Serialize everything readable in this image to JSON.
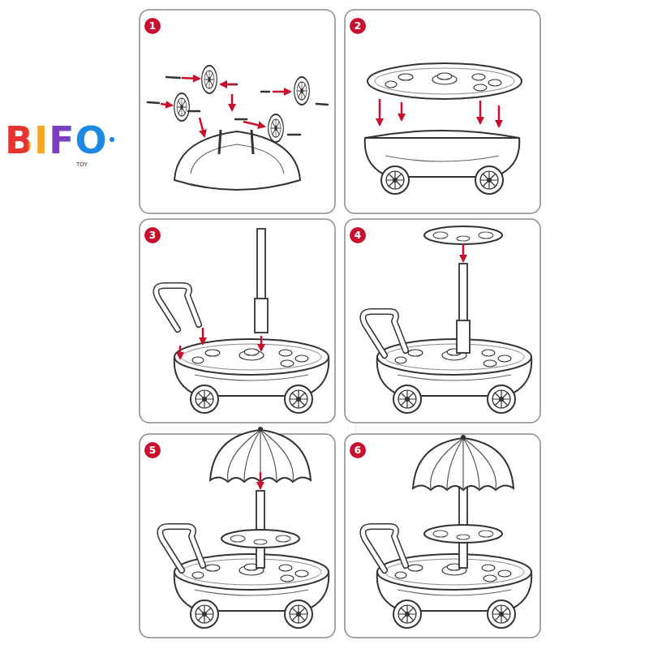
{
  "diagram": {
    "nodes": [
      {
        "text": [
          "1"
        ]
      },
      {
        "text": [
          "2"
        ]
      },
      {
        "text": [
          "3"
        ]
      },
      {
        "text": [
          "4"
        ]
      },
      {
        "text": [
          "5"
        ]
      },
      {
        "text": [
          "6"
        ]
      }
    ],
    "labels": [
      "BIFO",
      "TOY"
    ]
  }
}
